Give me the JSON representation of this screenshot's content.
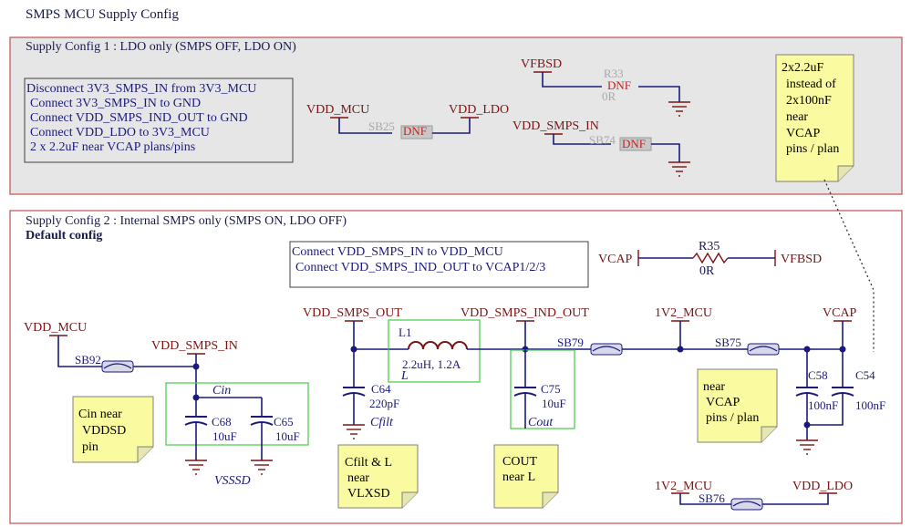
{
  "sheet_title": "SMPS MCU Supply Config",
  "config1": {
    "title": "Supply Config 1 : LDO only (SMPS OFF, LDO ON)",
    "instructions": [
      "Disconnect 3V3_SMPS_IN from 3V3_MCU",
      "Connect 3V3_SMPS_IN to GND",
      "Connect VDD_SMPS_IND_OUT to GND",
      "Connect VDD_LDO to 3V3_MCU",
      "2 x 2.2uF near VCAP plans/pins"
    ],
    "nets": {
      "vdd_mcu": "VDD_MCU",
      "vdd_ldo": "VDD_LDO",
      "vfbsd": "VFBSD",
      "vdd_smps_in": "VDD_SMPS_IN"
    },
    "parts": {
      "sb25": "SB25",
      "sb25_dnf": "DNF",
      "r33": "R33",
      "r33_dnf": "DNF",
      "r33_val": "0R",
      "sb74": "SB74",
      "sb74_dnf": "DNF"
    },
    "note": [
      "2x2.2uF",
      "instead of",
      "2x100nF",
      "near",
      "VCAP",
      "pins / plan"
    ]
  },
  "config2": {
    "title": "Supply Config 2 : Internal SMPS only (SMPS ON, LDO OFF)",
    "subtitle": "Default config",
    "instructions": [
      "Connect VDD_SMPS_IN to VDD_MCU",
      "Connect VDD_SMPS_IND_OUT to VCAP1/2/3"
    ],
    "nets": {
      "vdd_mcu": "VDD_MCU",
      "vdd_smps_in": "VDD_SMPS_IN",
      "vdd_smps_out": "VDD_SMPS_OUT",
      "vdd_smps_ind_out": "VDD_SMPS_IND_OUT",
      "v1v2_mcu": "1V2_MCU",
      "vcap": "VCAP",
      "vcap_r35": "VCAP",
      "vfbsd": "VFBSD",
      "v1v2_mcu_b": "1V2_MCU",
      "vdd_ldo": "VDD_LDO",
      "vsssd": "VSSSD"
    },
    "parts": {
      "sb92": "SB92",
      "cin": "Cin",
      "c68": "C68",
      "c68_val": "10uF",
      "c65": "C65",
      "c65_val": "10uF",
      "c64": "C64",
      "c64_val": "220pF",
      "cfilt": "Cfilt",
      "l1": "L1",
      "l1_val": "2.2uH, 1.2A",
      "l_label": "L",
      "c75": "C75",
      "c75_val": "10uF",
      "cout": "Cout",
      "sb79": "SB79",
      "sb75": "SB75",
      "c58": "C58",
      "c58_val": "100nF",
      "c54": "C54",
      "c54_val": "100nF",
      "r35": "R35",
      "r35_val": "0R",
      "sb76": "SB76"
    },
    "notes": {
      "cin": [
        "Cin near",
        "VDDSD",
        "pin"
      ],
      "cfilt": [
        "Cfilt & L",
        "near",
        "VLXSD"
      ],
      "cout": [
        "COUT",
        "near L"
      ],
      "vcap": [
        "near",
        "VCAP",
        "pins / plan"
      ]
    }
  },
  "colors": {
    "wire": "#1a1a7a",
    "net_label": "#7a1414",
    "dnf": "#cc1f1f",
    "panel_fill": "#e6e6e6",
    "panel_border": "#c05050",
    "note_fill": "#fafaa0",
    "group_border": "#33cc33"
  }
}
